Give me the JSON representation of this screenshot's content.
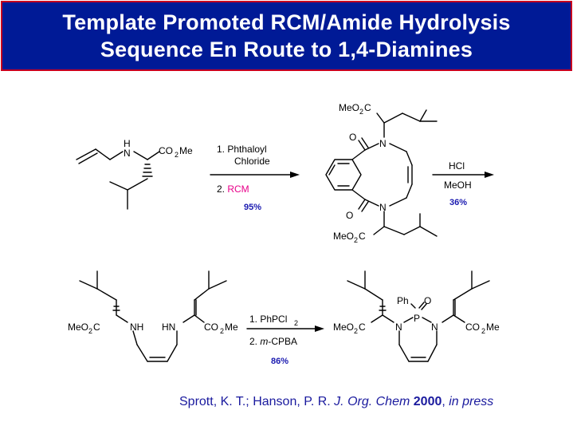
{
  "title": {
    "line1": "Template Promoted RCM/Amide Hydrolysis",
    "line2": "Sequence En Route to 1,4-Diamines"
  },
  "step1": {
    "reagent_line1": "1. Phthaloyl",
    "reagent_line1b": "Chloride",
    "reagent_line2_prefix": "2. ",
    "reagent_line2_rcm": "RCM",
    "yield": "95%"
  },
  "step2": {
    "reagent_top": "HCl",
    "reagent_bottom": "MeOH",
    "yield": "36%"
  },
  "step3": {
    "reagent_line1_prefix": "1. PhPCl",
    "reagent_line1_sub": "2",
    "reagent_line2_prefix": "2. ",
    "reagent_line2_italic": "m",
    "reagent_line2_suffix": "-CPBA",
    "yield": "86%"
  },
  "labels": {
    "nh_n": "N",
    "nh_h": "H",
    "co2me": "CO",
    "sub2": "2",
    "me": "Me",
    "meo2c_a": "MeO",
    "meo2c_c": "C",
    "o": "O",
    "n": "N",
    "nh": "NH",
    "hn": "HN",
    "ph": "Ph",
    "p": "P"
  },
  "citation": {
    "authors": "Sprott, K. T.; Hanson, P. R. ",
    "journal": "J. Org. Chem",
    "year": "2000",
    "status": "in press"
  },
  "colors": {
    "title_bg": "#001a96",
    "title_border": "#c8001e",
    "yield_blue": "#1a1ab0",
    "rcm_magenta": "#e8008a",
    "citation_blue": "#1a1a9e"
  }
}
